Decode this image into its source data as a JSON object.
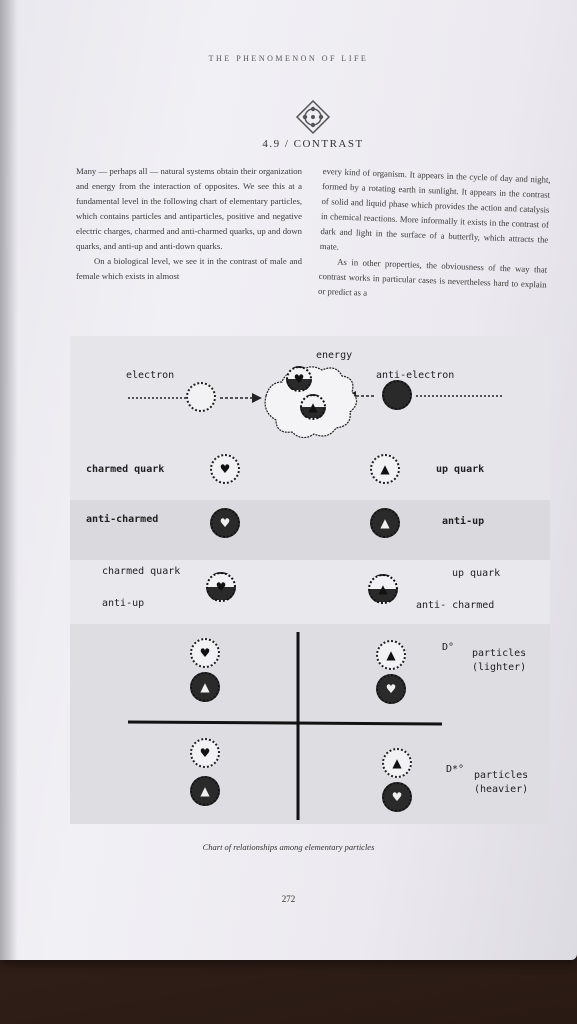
{
  "running_head": "THE PHENOMENON OF LIFE",
  "section_title": "4.9 / CONTRAST",
  "left_column": [
    "Many — perhaps all — natural systems obtain their organization and energy from the interaction of opposites. We see this at a fundamental level in the following chart of elementary particles, which contains particles and antiparticles, positive and negative electric charges, charmed and anti-charmed quarks, up and down quarks, and anti-up and anti-down quarks.",
    "On a biological level, we see it in the contrast of male and female which exists in almost"
  ],
  "right_column": [
    "every kind of organism. It appears in the cycle of day and night, formed by a rotating earth in sunlight. It appears in the contrast of solid and liquid phase which provides the action and catalysis in chemical reactions. More informally it exists in the contrast of dark and light in the surface of a butterfly, which attracts the mate.",
    "As in other properties, the obviousness of the way that contrast works in particular cases is nevertheless hard to explain or predict as a"
  ],
  "figure": {
    "energy": "energy",
    "electron": "electron",
    "anti_electron": "anti-electron",
    "charmed_quark": "charmed quark",
    "up_quark": "up quark",
    "anti_charmed": "anti-charmed",
    "anti_up": "anti-up",
    "charmed_quark_2": "charmed quark",
    "anti_up_2": "anti-up",
    "up_quark_2": "up quark",
    "anti_charmed_2": "anti- charmed",
    "d0_symbol": "D°",
    "d0_label": "particles",
    "d0_sub": "(lighter)",
    "dstar_symbol": "D*°",
    "dstar_label": "particles",
    "dstar_sub": "(heavier)"
  },
  "caption": "Chart of relationships among elementary particles",
  "page_number": "272",
  "icons": [
    "ornament-icon",
    "heart-icon",
    "triangle-icon"
  ]
}
